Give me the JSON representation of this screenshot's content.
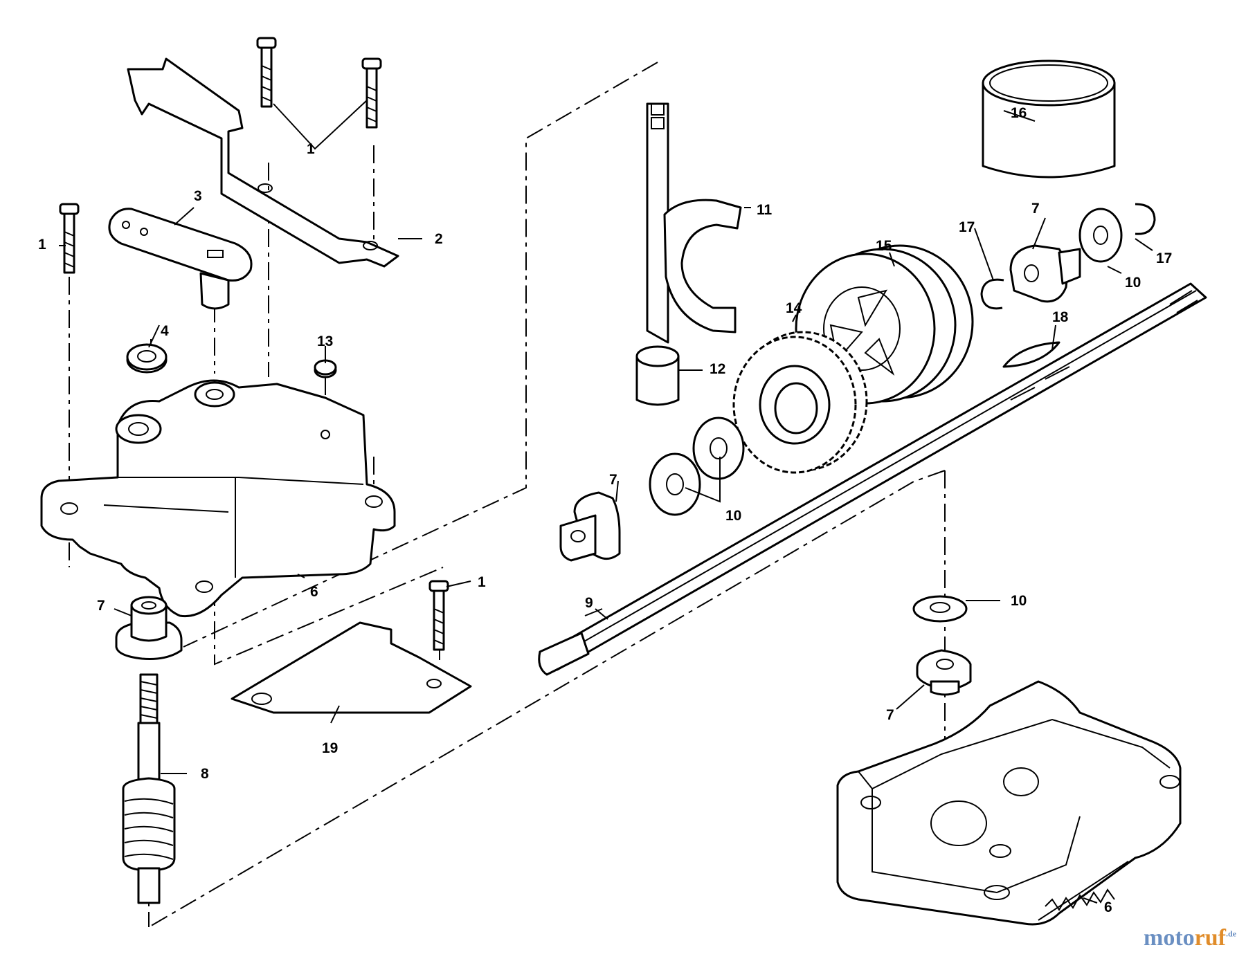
{
  "diagram": {
    "callouts": {
      "c1a": "1",
      "c1b": "1",
      "c1c": "1",
      "c2": "2",
      "c3": "3",
      "c4": "4",
      "c6a": "6",
      "c6b": "6",
      "c7a": "7",
      "c7b": "7",
      "c7c": "7",
      "c7d": "7",
      "c8": "8",
      "c9": "9",
      "c10a": "10",
      "c10b": "10",
      "c10c": "10",
      "c11": "11",
      "c12": "12",
      "c13": "13",
      "c14": "14",
      "c15": "15",
      "c16": "16",
      "c17a": "17",
      "c17b": "17",
      "c18": "18",
      "c19": "19"
    }
  },
  "watermark": {
    "part1": "moto",
    "part2": "ruf",
    "part3": ".de"
  }
}
